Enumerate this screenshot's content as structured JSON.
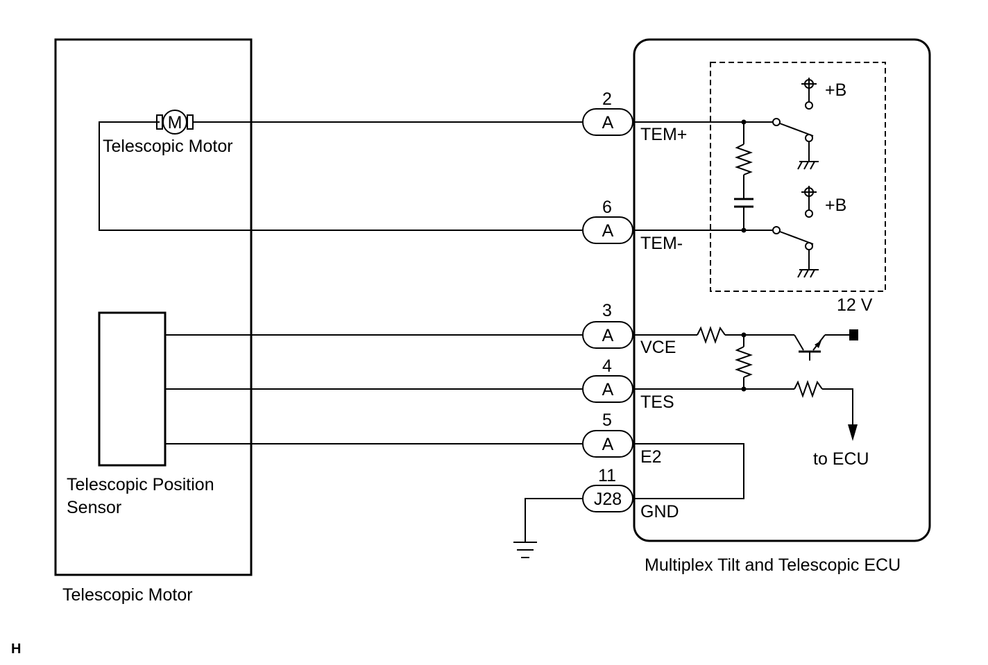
{
  "colors": {
    "line": "#000000",
    "background": "#ffffff"
  },
  "left_component": {
    "label": "Telescopic Motor",
    "motor_symbol": "M",
    "motor_label": "Telescopic Motor",
    "sensor_label_line1": "Telescopic Position",
    "sensor_label_line2": "Sensor"
  },
  "ecu": {
    "label": "Multiplex Tilt and Telescopic ECU",
    "supply_plus_b": [
      "+B",
      "+B"
    ],
    "voltage_label": "12 V",
    "to_ecu_label": "to ECU"
  },
  "connectors": [
    {
      "pin": "2",
      "connector": "A",
      "terminal": "TEM+"
    },
    {
      "pin": "6",
      "connector": "A",
      "terminal": "TEM-"
    },
    {
      "pin": "3",
      "connector": "A",
      "terminal": "VCE"
    },
    {
      "pin": "4",
      "connector": "A",
      "terminal": "TES"
    },
    {
      "pin": "5",
      "connector": "A",
      "terminal": "E2"
    },
    {
      "pin": "11",
      "connector": "J28",
      "terminal": "GND"
    }
  ],
  "corner_note": "H"
}
